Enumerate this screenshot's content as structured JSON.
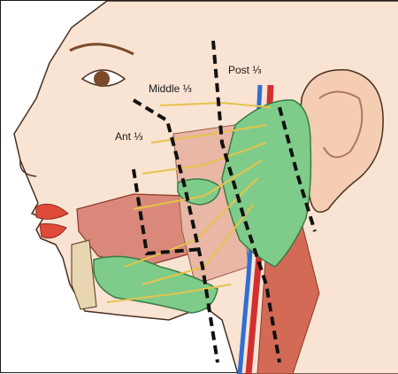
{
  "labels": {
    "anterior_third": "Ant ⅓",
    "middle_third": "Middle ⅓",
    "posterior_third": "Post ⅓"
  },
  "colors": {
    "skin": "#f9e3d3",
    "outline": "#4a3020",
    "lymph_node": "#7fcc8a",
    "nerve": "#e6c34a",
    "artery": "#d32f2f",
    "vein": "#2f6fd3",
    "muscle": "#d9887a",
    "zone_line": "#111111"
  },
  "icons": [
    "head-profile-illustration",
    "dashed-zone-divider"
  ]
}
